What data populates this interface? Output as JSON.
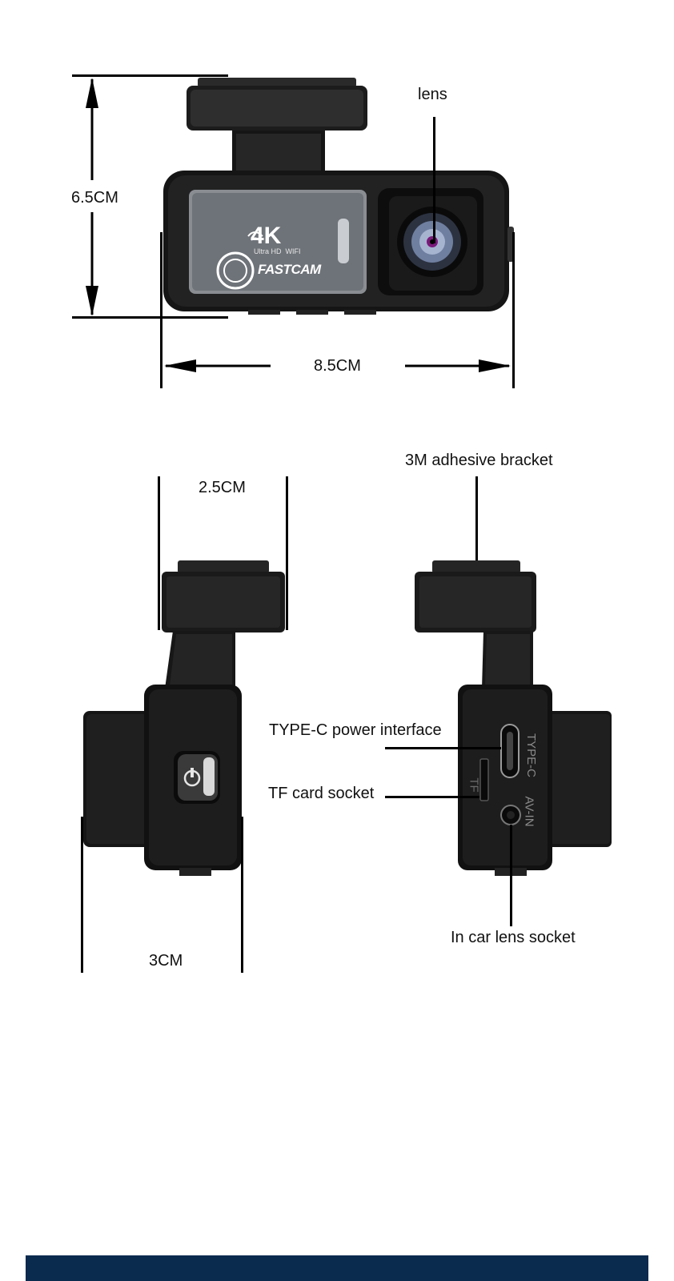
{
  "front_view": {
    "height_label": "6.5CM",
    "width_label": "8.5CM",
    "lens_label": "lens",
    "badge": {
      "resolution": "4K",
      "subtitle": "Ultra HD  WIFI",
      "brand": "FASTCAM"
    }
  },
  "side_view_left": {
    "depth_label": "2.5CM",
    "body_depth_label": "3CM"
  },
  "side_view_right": {
    "bracket_label": "3M adhesive bracket",
    "typec_label": "TYPE-C power interface",
    "tf_label": "TF card socket",
    "lens_socket_label": "In car lens socket",
    "port_texts": {
      "typec": "TYPE-C",
      "tf": "TF",
      "avin": "AV-IN"
    }
  },
  "colors": {
    "footer": "#0a2a4e",
    "body": "#1a1a1a"
  }
}
